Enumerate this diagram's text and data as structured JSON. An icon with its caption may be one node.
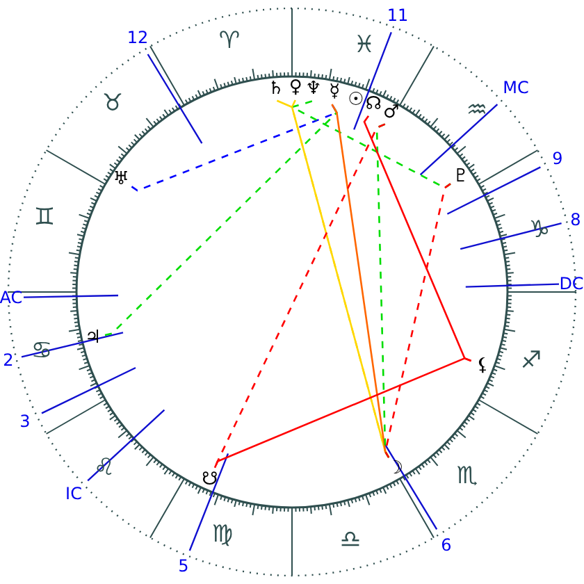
{
  "diagram": {
    "nodes": [
      {
        "text": [
          "♄"
        ]
      },
      {
        "text": [
          "♀"
        ]
      },
      {
        "text": [
          "♆"
        ]
      },
      {
        "text": [
          "☿"
        ]
      },
      {
        "text": [
          "☊"
        ]
      },
      {
        "text": [
          "♂"
        ]
      },
      {
        "text": [
          "♅"
        ]
      },
      {
        "text": [
          "♇"
        ]
      },
      {
        "text": [
          "♃"
        ]
      },
      {
        "text": [
          "⚸"
        ]
      },
      {
        "text": [
          "☋"
        ]
      },
      {
        "text": [
          "☽"
        ]
      }
    ],
    "edges": [
      {
        "from": 6,
        "to": 3,
        "arrow": "none",
        "style": "dashed",
        "color": "#0000ff"
      },
      {
        "from": 8,
        "to": 3,
        "arrow": "none",
        "style": "dashed",
        "color": "#00dd00"
      },
      {
        "from": 2,
        "to": 7,
        "arrow": "none",
        "style": "dashed",
        "color": "#00dd00"
      },
      {
        "from": 0,
        "to": 11,
        "arrow": "none",
        "color": "#ffd700"
      },
      {
        "from": 1,
        "to": 11,
        "arrow": "none",
        "style": "dashed",
        "color": "#ffd700"
      },
      {
        "from": 3,
        "to": 11,
        "arrow": "none",
        "color": "#ff6600"
      },
      {
        "from": 5,
        "to": 11,
        "arrow": "none",
        "style": "dashed",
        "color": "#00dd00"
      },
      {
        "from": 4,
        "to": 9,
        "arrow": "none"
      },
      {
        "from": 5,
        "to": 10,
        "arrow": "none",
        "style": "dashed"
      },
      {
        "from": 7,
        "to": 11,
        "arrow": "none",
        "style": "dashed"
      },
      {
        "from": 9,
        "to": 10,
        "arrow": "none"
      }
    ],
    "labels": [
      "11",
      "12",
      "♈",
      "♓",
      "MC",
      "♉",
      "☉",
      "♒",
      "9",
      "♊",
      "8",
      "♑",
      "AC",
      "DC",
      "♋",
      "2",
      "♐",
      "3",
      "IC",
      "♌",
      "♏",
      "♍",
      "♎",
      "6",
      "5"
    ]
  }
}
